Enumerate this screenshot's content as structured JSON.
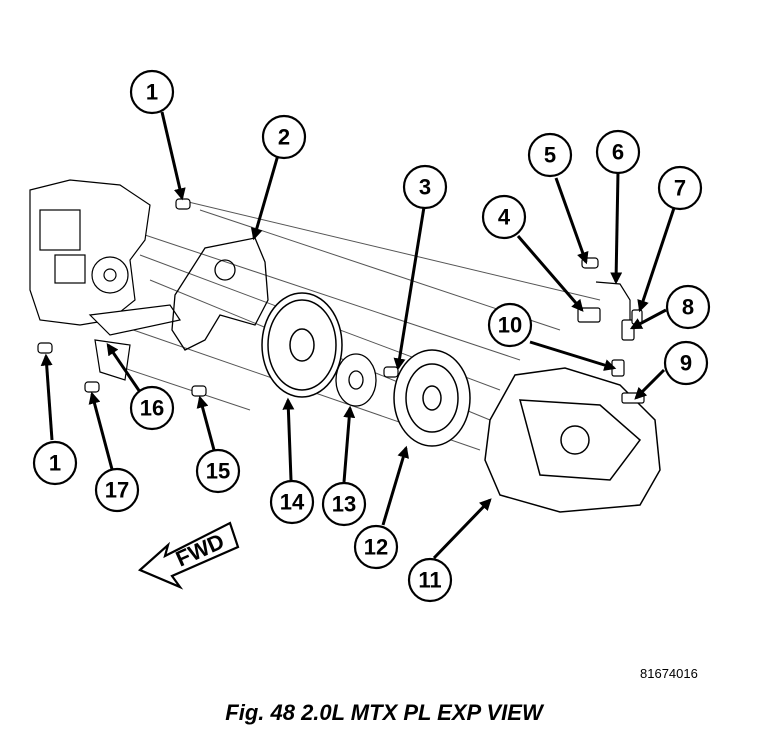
{
  "callouts": [
    {
      "label": "1"
    },
    {
      "label": "2"
    },
    {
      "label": "3"
    },
    {
      "label": "4"
    },
    {
      "label": "5"
    },
    {
      "label": "6"
    },
    {
      "label": "7"
    },
    {
      "label": "8"
    },
    {
      "label": "9"
    },
    {
      "label": "10"
    },
    {
      "label": "1"
    },
    {
      "label": "17"
    },
    {
      "label": "16"
    },
    {
      "label": "15"
    },
    {
      "label": "14"
    },
    {
      "label": "13"
    },
    {
      "label": "12"
    },
    {
      "label": "11"
    }
  ],
  "fwd_label": "FWD",
  "figure_id": "81674016",
  "caption": "Fig. 48 2.0L MTX PL EXP VIEW"
}
